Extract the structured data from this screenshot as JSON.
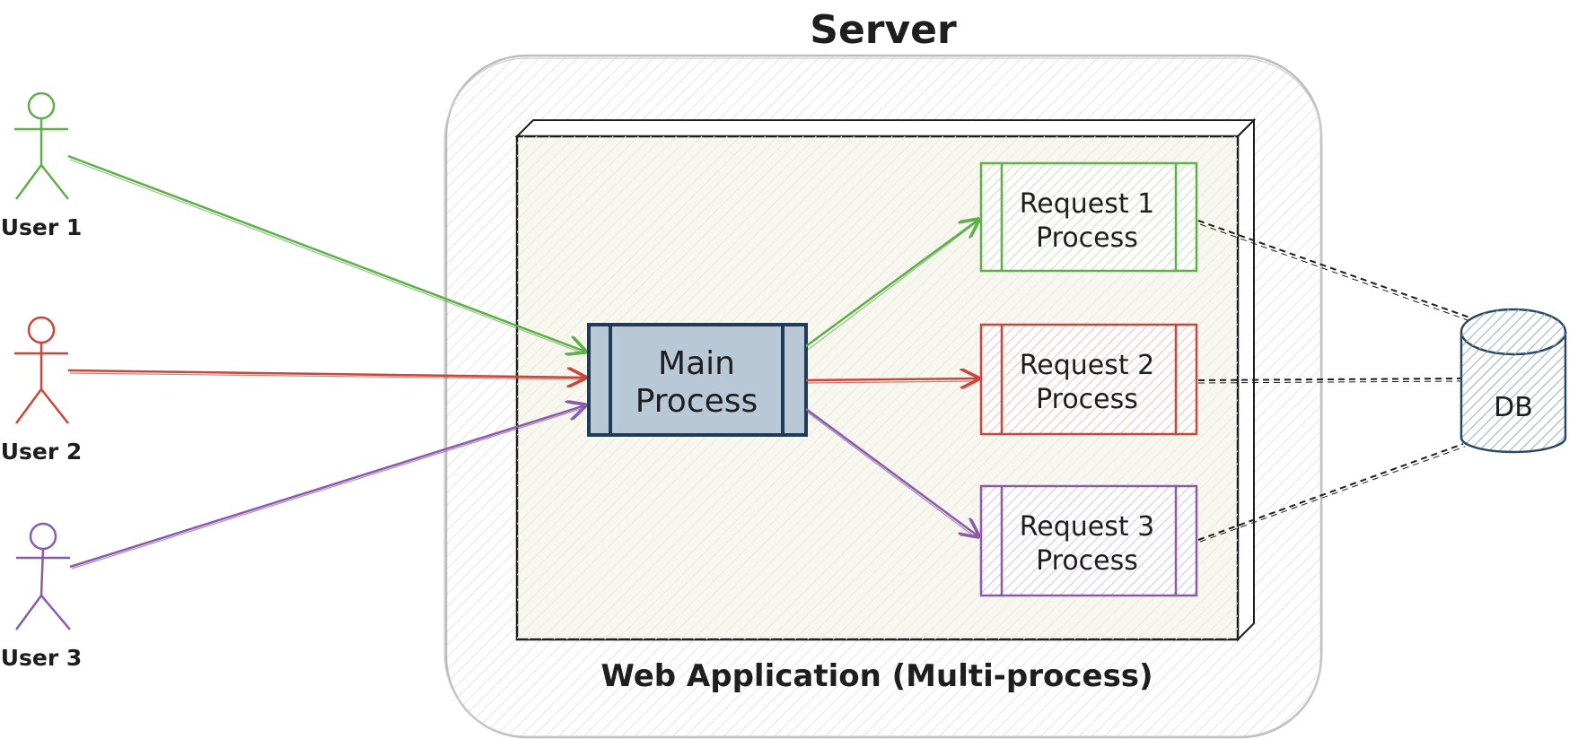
{
  "server": {
    "title": "Server"
  },
  "web_app": {
    "caption": "Web Application (Multi-process)"
  },
  "main_process": {
    "line1": "Main",
    "line2": "Process"
  },
  "requests": [
    {
      "line1": "Request 1",
      "line2": "Process",
      "color": "#5fae4a"
    },
    {
      "line1": "Request 2",
      "line2": "Process",
      "color": "#c8463c"
    },
    {
      "line1": "Request 3",
      "line2": "Process",
      "color": "#8a5bab"
    }
  ],
  "users": [
    {
      "label": "User 1",
      "color": "#5fae4a"
    },
    {
      "label": "User 2",
      "color": "#c8463c"
    },
    {
      "label": "User 3",
      "color": "#8a5bab"
    }
  ],
  "db": {
    "label": "DB",
    "color": "#2a4a63"
  },
  "colors": {
    "stroke": "#1e1e1e",
    "main_fill": "#b8c8d6",
    "main_stroke": "#1f3b57",
    "app_fill": "#f7f7ef",
    "server_stroke": "#bdbdbd"
  }
}
